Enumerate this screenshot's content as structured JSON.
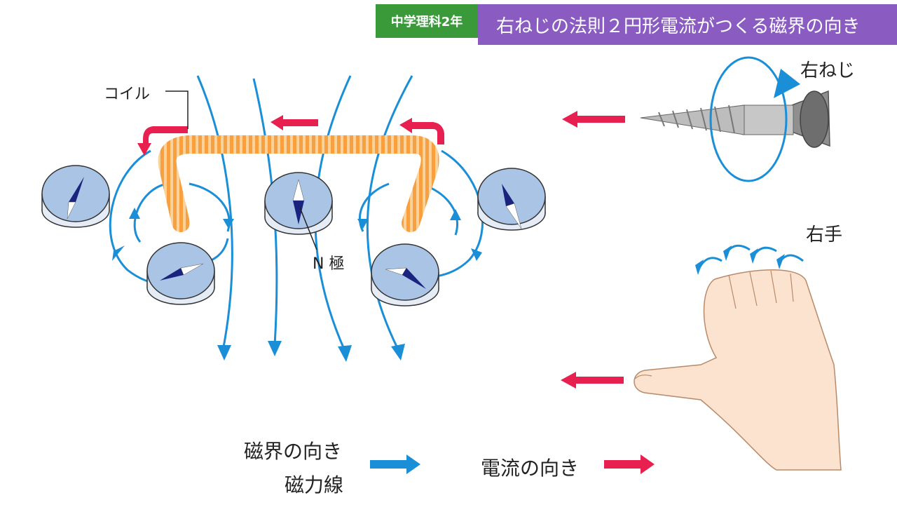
{
  "header": {
    "tag": "中学理科2年",
    "title": "右ねじの法則２円形電流がつくる磁界の向き"
  },
  "labels": {
    "coil": "コイル",
    "n_pole": "N 極",
    "screw": "右ねじ",
    "hand": "右手"
  },
  "legend": {
    "field_direction": "磁界の向き",
    "field_lines": "磁力線",
    "current_direction": "電流の向き"
  },
  "colors": {
    "field": "#1a8fd8",
    "current": "#e8204f",
    "coil": "#f4913a",
    "header_tag": "#3a9a3a",
    "header_title": "#8a5cc2"
  }
}
